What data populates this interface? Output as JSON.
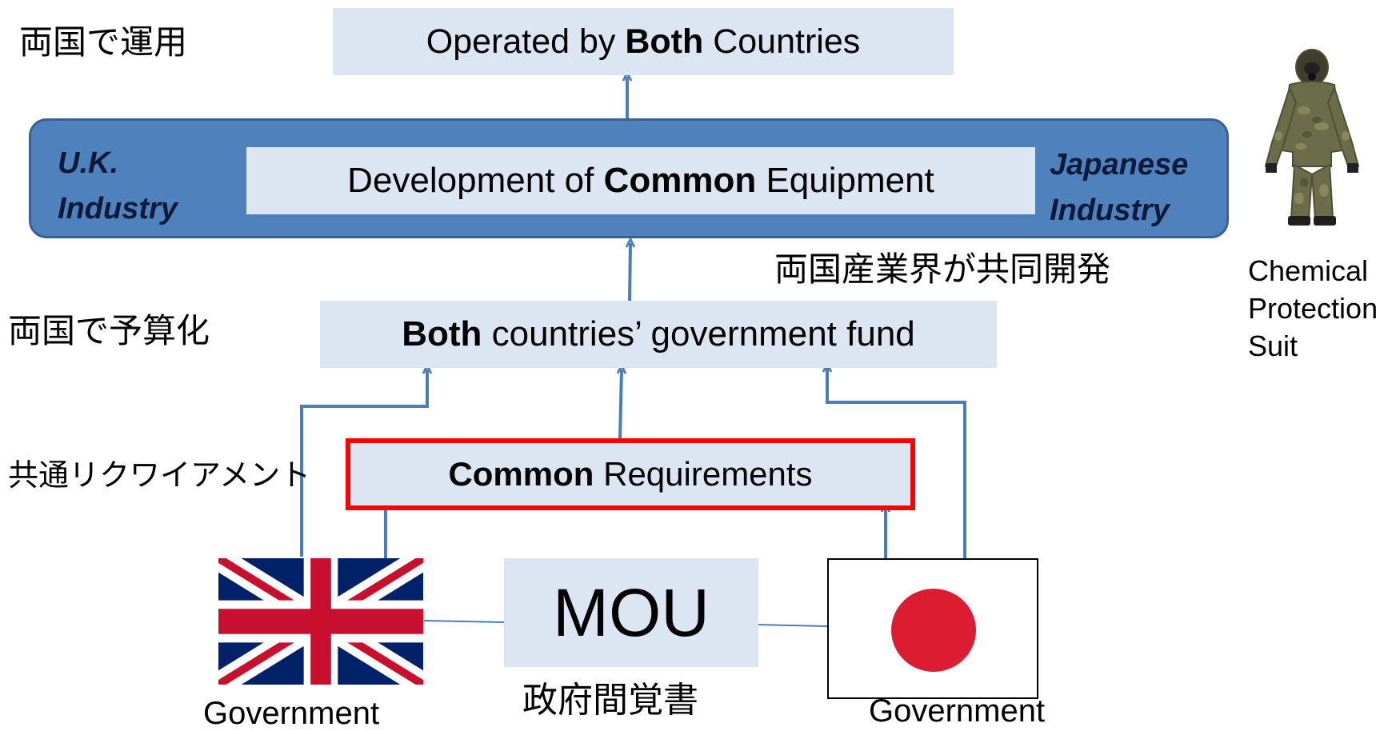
{
  "labels_jp": {
    "operate": "両国で運用",
    "codevelop": "両国産業界が共同開発",
    "budget": "両国で予算化",
    "requirements": "共通リクワイアメント",
    "mou": "政府間覚書"
  },
  "top_box": {
    "pre": "Operated by ",
    "bold": "Both",
    "post": " Countries"
  },
  "industry_band": {
    "uk_line1": "U.K.",
    "uk_line2": "Industry",
    "center_pre": "Development of ",
    "center_bold": "Common",
    "center_post": " Equipment",
    "jp_line1": "Japanese",
    "jp_line2": "Industry"
  },
  "fund_box": {
    "bold": "Both",
    "post": " countries’ government fund"
  },
  "req_box": {
    "bold": "Common",
    "post": " Requirements"
  },
  "mou_box": {
    "label": "MOU"
  },
  "governments": {
    "uk_label": "Government",
    "jp_label": "Government"
  },
  "suit": {
    "line1": "Chemical",
    "line2": "Protection",
    "line3": "Suit",
    "icon": "protective-suit-figure-icon"
  },
  "colors": {
    "box_fill": "#dce6f2",
    "band_fill": "#4f81bd",
    "band_border": "#3a6194",
    "arrow": "#4a7ebb",
    "req_border": "#ff0000",
    "uk_blue": "#012169",
    "uk_red": "#c8102e",
    "jp_red": "#dc1c31"
  }
}
